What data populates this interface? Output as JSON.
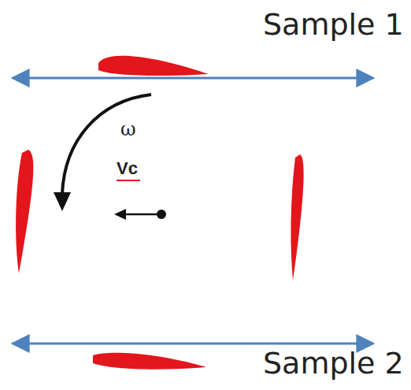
{
  "diagram": {
    "labels": [
      "Sample 1",
      "ω",
      "Vc",
      "Sample 2"
    ]
  }
}
